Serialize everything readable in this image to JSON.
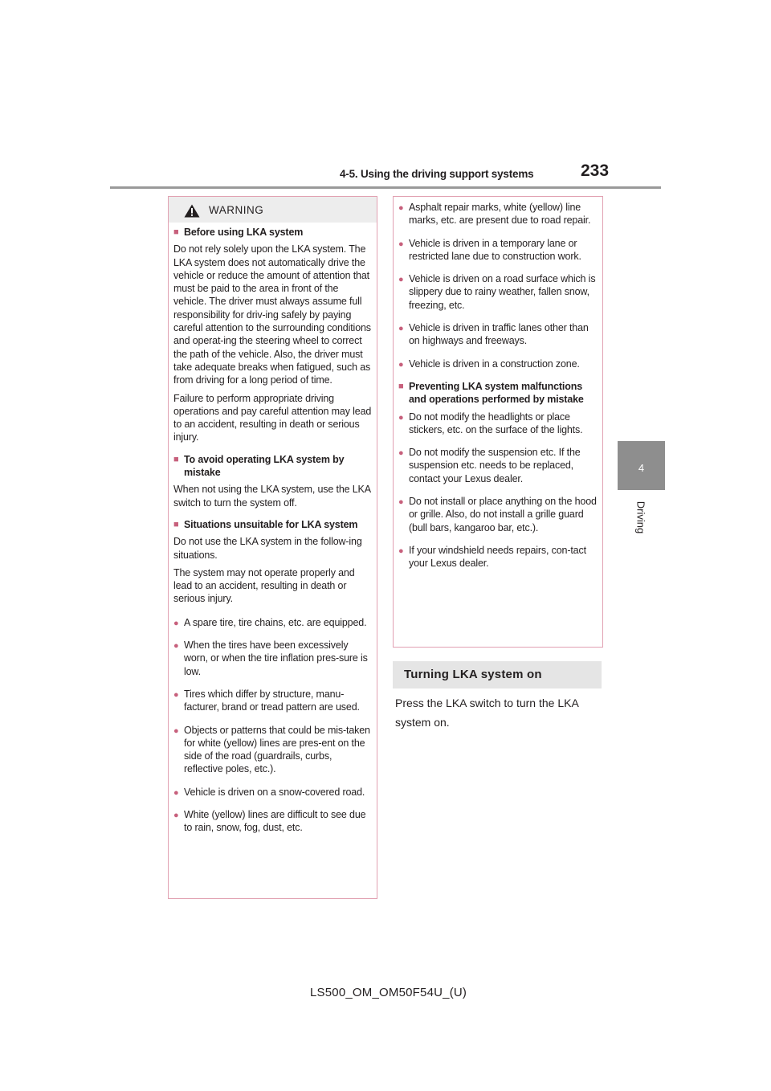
{
  "header": {
    "section_title": "4-5. Using the driving support systems",
    "page_number": "233"
  },
  "side_tab": {
    "chapter_number": "4",
    "chapter_label": "Driving"
  },
  "warning": {
    "icon": "warning-triangle-icon",
    "title": "WARNING",
    "before_heading": "Before using LKA system",
    "before_p1": "Do not rely solely upon the LKA system. The LKA system does not automatically drive the vehicle or reduce the amount of attention that must be paid to the area in front of the vehicle. The driver must always assume full responsibility for driv-ing safely by paying careful attention to the surrounding conditions and operat-ing the steering wheel to correct the path of the vehicle. Also, the driver must take adequate breaks when fatigued, such as from driving for a long period of time.",
    "before_p2": "Failure to perform appropriate driving operations and pay careful attention may lead to an accident, resulting in death or serious injury.",
    "avoid_heading": "To avoid operating LKA system by mistake",
    "avoid_p1": "When not using the LKA system, use the LKA switch to turn the system off.",
    "unsuitable_heading": "Situations unsuitable for LKA system",
    "unsuitable_p1": "Do not use the LKA system in the follow-ing situations.",
    "unsuitable_p2": "The system may not operate properly and lead to an accident, resulting in death or serious injury.",
    "unsuitable_items": [
      "A spare tire, tire chains, etc. are equipped.",
      "When the tires have been excessively worn, or when the tire inflation pres-sure is low.",
      "Tires which differ by structure, manu-facturer, brand or tread pattern are used.",
      "Objects or patterns that could be mis-taken for white (yellow) lines are pres-ent on the side of the road (guardrails, curbs, reflective poles, etc.).",
      "Vehicle is driven on a snow-covered road.",
      "White (yellow) lines are difficult to see due to rain, snow, fog, dust, etc.",
      "Asphalt repair marks, white (yellow) line marks, etc. are present due to road repair.",
      "Vehicle is driven in a temporary lane or restricted lane due to construction work.",
      "Vehicle is driven on a road surface which is slippery due to rainy weather, fallen snow, freezing, etc.",
      "Vehicle is driven in traffic lanes other than on highways and freeways.",
      "Vehicle is driven in a construction zone."
    ],
    "prevent_heading": "Preventing LKA system malfunctions and operations performed by mistake",
    "prevent_items": [
      "Do not modify the headlights or place stickers, etc. on the surface of the lights.",
      "Do not modify the suspension etc. If the suspension etc. needs to be replaced, contact your Lexus dealer.",
      "Do not install or place anything on the hood or grille. Also, do not install a grille guard (bull bars, kangaroo bar, etc.).",
      "If your windshield needs repairs, con-tact your Lexus dealer."
    ]
  },
  "section": {
    "title": "Turning LKA system on",
    "body": "Press the LKA switch to turn the LKA system on."
  },
  "footer": {
    "code": "LS500_OM_OM50F54U_(U)"
  },
  "colors": {
    "accent": "#c7607c",
    "box_border": "#e1a1b2",
    "rule": "#9a9a9a",
    "tab": "#8e8e8e"
  }
}
